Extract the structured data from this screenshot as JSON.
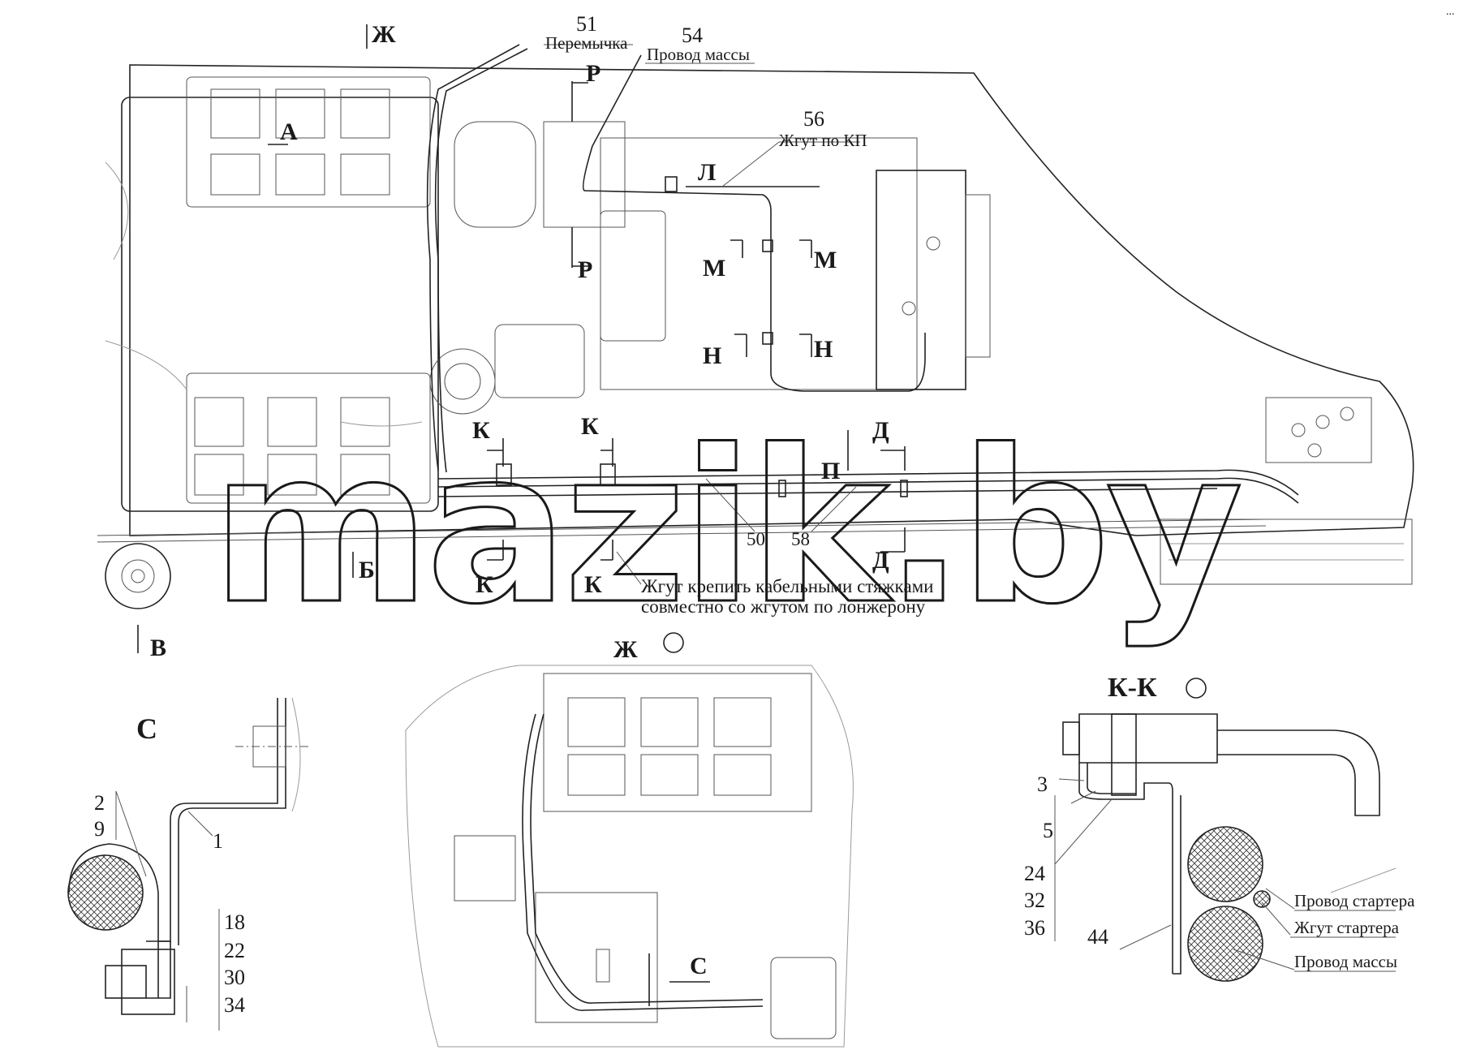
{
  "callouts": {
    "c51": {
      "num": "51",
      "text": "Перемычка"
    },
    "c54": {
      "num": "54",
      "text": "Провод массы"
    },
    "c56": {
      "num": "56",
      "text": "Жгут по КП"
    },
    "c50": "50",
    "c58": "58"
  },
  "note": {
    "line1": "Жгут крепить кабельными стяжками",
    "line2": "совместно со жгутом по лонжерону"
  },
  "letters": {
    "zh": "Ж",
    "r": "Р",
    "a": "А",
    "l": "Л",
    "m": "М",
    "n": "Н",
    "k": "К",
    "d": "Д",
    "p": "П",
    "b": "Б",
    "v": "В",
    "c": "С"
  },
  "views": {
    "zh_title": "Ж",
    "kk_title": "К-К",
    "c_title": "С"
  },
  "detail_c_numbers": [
    "2",
    "9",
    "1",
    "18",
    "22",
    "30",
    "34"
  ],
  "detail_kk_numbers": [
    "3",
    "5",
    "24",
    "32",
    "36",
    "44"
  ],
  "detail_kk_labels": {
    "starter_wire": "Провод стартера",
    "starter_harness": "Жгут стартера",
    "ground_wire": "Провод массы"
  },
  "watermark": "mazik.by",
  "corner_mark": "..."
}
